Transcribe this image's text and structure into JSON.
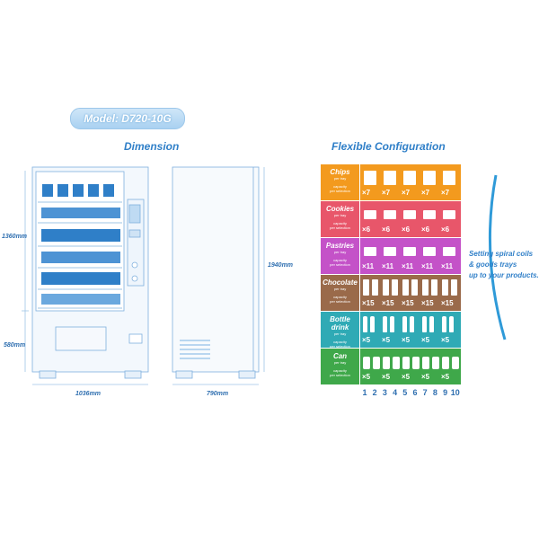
{
  "model_badge": "Model: D720-10G",
  "dimension": {
    "title": "Dimension",
    "front_height_upper": "1360mm",
    "front_height_lower": "580mm",
    "front_width": "1036mm",
    "side_height": "1940mm",
    "side_depth": "790mm"
  },
  "configuration": {
    "title": "Flexible Configuration",
    "side_note": [
      "Setting spiral coils",
      "& goods trays",
      "up to your products."
    ],
    "column_numbers": [
      "1",
      "2",
      "3",
      "4",
      "5",
      "6",
      "7",
      "8",
      "9",
      "10"
    ],
    "rows": [
      {
        "name": "Chips",
        "per_tray": "per tray",
        "capacity": "capacity",
        "per_selection": "per selection",
        "color": "#f39a1e",
        "quantities": [
          "×7",
          "×7",
          "×7",
          "×7",
          "×7"
        ],
        "item": "chips-bag-icon"
      },
      {
        "name": "Cookies",
        "per_tray": "per tray",
        "capacity": "capacity",
        "per_selection": "per selection",
        "color": "#e8566a",
        "quantities": [
          "×6",
          "×6",
          "×6",
          "×6",
          "×6"
        ],
        "item": "cookie-box-icon"
      },
      {
        "name": "Pastries",
        "per_tray": "per tray",
        "capacity": "capacity",
        "per_selection": "per selection",
        "color": "#c452c8",
        "quantities": [
          "×11",
          "×11",
          "×11",
          "×11",
          "×11"
        ],
        "item": "pastry-pack-icon"
      },
      {
        "name": "Chocolate",
        "per_tray": "per tray",
        "capacity": "capacity",
        "per_selection": "per selection",
        "color": "#9a6a4a",
        "quantities": [
          "×15",
          "×15",
          "×15",
          "×15",
          "×15"
        ],
        "item": "chocolate-bar-icon"
      },
      {
        "name": "Bottle drink",
        "per_tray": "per tray",
        "capacity": "capacity",
        "per_selection": "per selection",
        "color": "#2faab5",
        "quantities": [
          "×5",
          "×5",
          "×5",
          "×5",
          "×5"
        ],
        "item": "bottle-icon"
      },
      {
        "name": "Can",
        "per_tray": "per tray",
        "capacity": "capacity",
        "per_selection": "per selection",
        "color": "#3fa84a",
        "quantities": [
          "×5",
          "×5",
          "×5",
          "×5",
          "×5"
        ],
        "item": "can-icon"
      }
    ]
  }
}
